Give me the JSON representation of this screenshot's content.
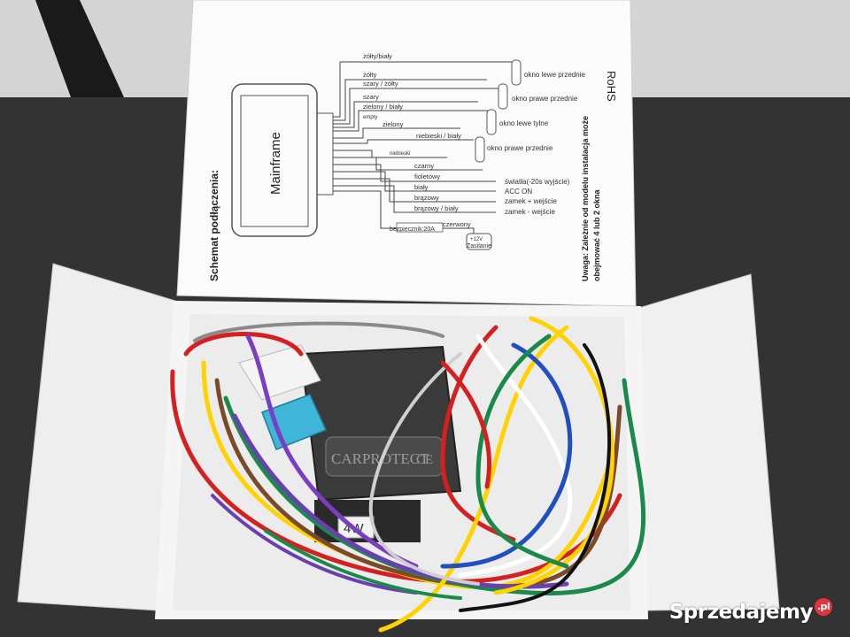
{
  "diagram": {
    "title": "Schemat podłączenia:",
    "rohs": "RoHS",
    "mainframe": "Mainframe",
    "note_line1": "Uwaga: Zależnie od modelu instalacja może",
    "note_line2": "obejmować 4 lub 2 okna",
    "wires": {
      "zolty_bialy": "żółty/biały",
      "zolty": "żółty",
      "szary_zolty": "szary / żółty",
      "szary": "szary",
      "zielony_bialy": "zielony / biały",
      "empty": "empty",
      "zielony": "zielony",
      "niebieski_bialy": "niebieski / biały",
      "niebieski": "niebieski",
      "czarny": "czarny",
      "fioletowy": "fioletowy",
      "bialy": "biały",
      "brazowy": "brązowy",
      "brazowy_bialy": "brązowy / biały",
      "czerwony": "czerwony"
    },
    "outputs": {
      "okno_lewe_przednie": "okno lewe przednie",
      "okno_prawe_przednie": "okno prawe przednie",
      "okno_lewe_tylne": "okno lewe tylne",
      "okno_prawe_przednie_2": "okno prawe przednie",
      "swiatla": "światła(-20s wyjście)",
      "acc_on": "ACC ON",
      "zamek_plus": "zamek + wejście",
      "zamek_minus": "zamek - wejście",
      "bezpiecznik": "bezpiecznik:20A",
      "zasilanie_top": "+12V",
      "zasilanie": "Zasilanie"
    }
  },
  "device": {
    "brand": "CARPROTECT",
    "ce": "CE",
    "model": "4W"
  },
  "watermark": {
    "text": "Sprzedajemy",
    "badge": ".pl"
  }
}
